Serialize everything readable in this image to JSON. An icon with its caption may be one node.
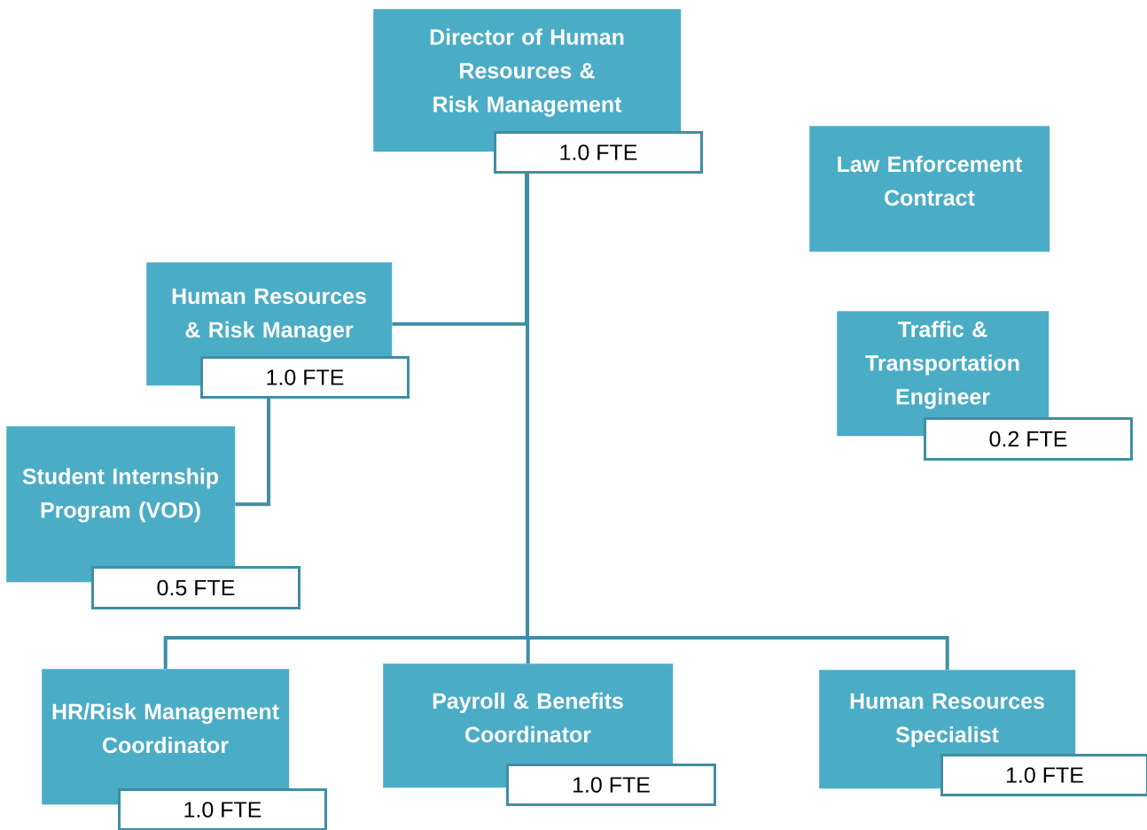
{
  "diagram": {
    "nodes": [
      {
        "text": [
          "Director of Human Resources & Risk Management",
          "1.0 FTE"
        ]
      },
      {
        "text": [
          "Law Enforcement Contract"
        ]
      },
      {
        "text": [
          "Human Resources & Risk Manager",
          "1.0 FTE"
        ]
      },
      {
        "text": [
          "Traffic & Transportation Engineer",
          "0.2 FTE"
        ]
      },
      {
        "text": [
          "Student Internship Program (VOD)",
          "0.5 FTE"
        ]
      },
      {
        "text": [
          "HR/Risk Management Coordinator",
          "1.0 FTE"
        ]
      },
      {
        "text": [
          "Payroll & Benefits Coordinator",
          "1.0 FTE"
        ]
      },
      {
        "text": [
          "Human Resources Specialist",
          "1.0 FTE"
        ]
      }
    ],
    "edges": [
      {
        "from": 0,
        "to": 2,
        "arrow": "none"
      },
      {
        "from": 2,
        "to": 4,
        "arrow": "none"
      },
      {
        "from": 0,
        "to": 5,
        "arrow": "none"
      },
      {
        "from": 0,
        "to": 6,
        "arrow": "none"
      },
      {
        "from": 0,
        "to": 7,
        "arrow": "none"
      }
    ]
  }
}
